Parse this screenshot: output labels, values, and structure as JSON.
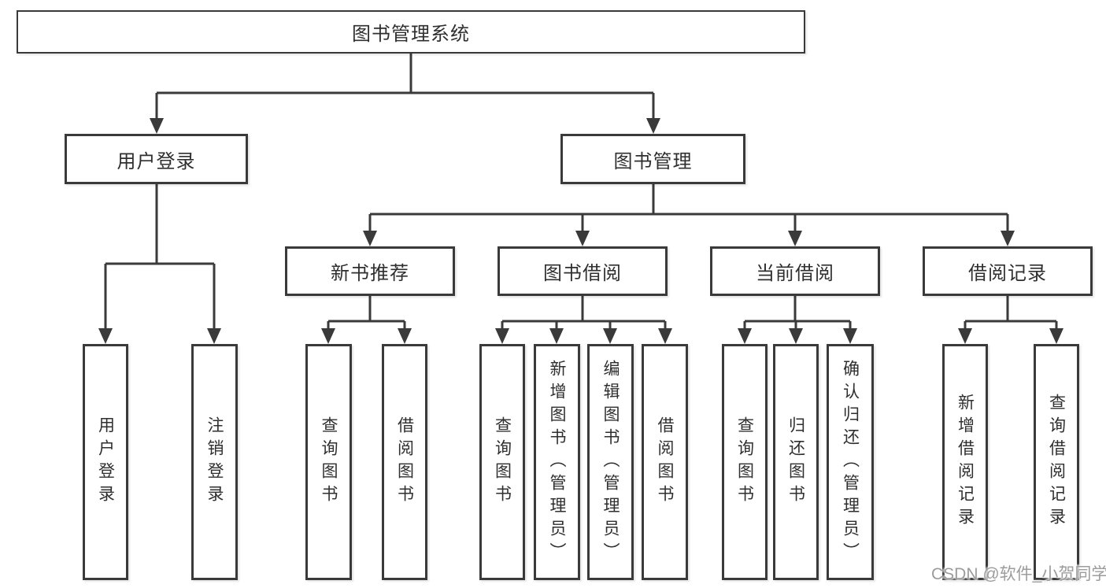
{
  "diagram": {
    "root": {
      "label": "图书管理系统"
    },
    "branches": [
      {
        "label": "用户登录",
        "children": [
          {
            "label": "用户登录"
          },
          {
            "label": "注销登录"
          }
        ]
      },
      {
        "label": "图书管理",
        "children": [
          {
            "label": "新书推荐",
            "children": [
              {
                "label": "查询图书"
              },
              {
                "label": "借阅图书"
              }
            ]
          },
          {
            "label": "图书借阅",
            "children": [
              {
                "label": "查询图书"
              },
              {
                "label": "新增图书（管理员）"
              },
              {
                "label": "编辑图书（管理员）"
              },
              {
                "label": "借阅图书"
              }
            ]
          },
          {
            "label": "当前借阅",
            "children": [
              {
                "label": "查询图书"
              },
              {
                "label": "归还图书"
              },
              {
                "label": "确认归还（管理员）"
              }
            ]
          },
          {
            "label": "借阅记录",
            "children": [
              {
                "label": "新增借阅记录"
              },
              {
                "label": "查询借阅记录"
              }
            ]
          }
        ]
      }
    ],
    "line_color": "#3a3a3a",
    "box_background": "#ffffff",
    "text_color": "#2f2f2f"
  },
  "watermark": {
    "text": "CSDN @软件_小贺同学"
  }
}
